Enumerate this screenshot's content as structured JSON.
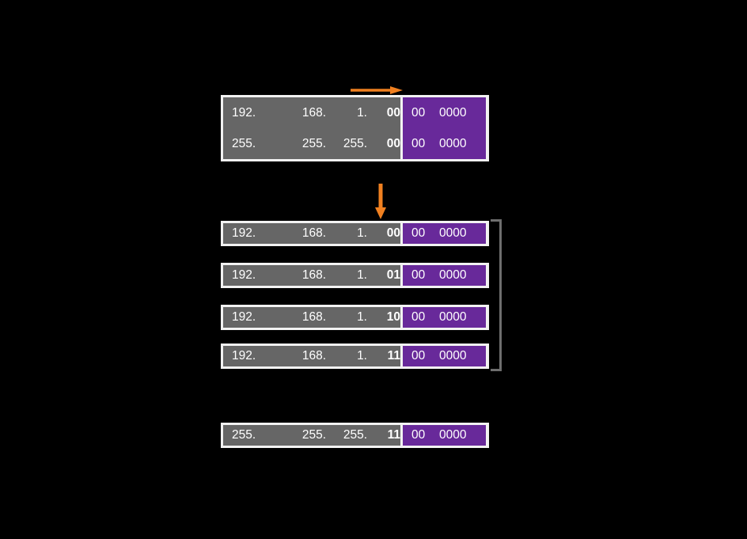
{
  "diagram": {
    "title": "IP subnetting bit-split diagram",
    "colors": {
      "background": "#000000",
      "network_segment": "#666666",
      "host_segment": "#68299a",
      "block_border": "#f2f2f2",
      "arrow": "#f08020",
      "bracket": "#6e6e6e",
      "text": "#ffffff"
    },
    "top_block": {
      "rows": [
        {
          "label": "address-row",
          "octets": [
            "192.",
            "168.",
            "1.",
            "00"
          ],
          "host_bits": [
            "00",
            "0000"
          ]
        },
        {
          "label": "mask-row",
          "octets": [
            "255.",
            "255.",
            "255.",
            "00"
          ],
          "host_bits": [
            "00",
            "0000"
          ]
        }
      ]
    },
    "subnet_rows": [
      {
        "label": "subnet-0",
        "octets": [
          "192.",
          "168.",
          "1.",
          "00"
        ],
        "host_bits": [
          "00",
          "0000"
        ]
      },
      {
        "label": "subnet-1",
        "octets": [
          "192.",
          "168.",
          "1.",
          "01"
        ],
        "host_bits": [
          "00",
          "0000"
        ]
      },
      {
        "label": "subnet-2",
        "octets": [
          "192.",
          "168.",
          "1.",
          "10"
        ],
        "host_bits": [
          "00",
          "0000"
        ]
      },
      {
        "label": "subnet-3",
        "octets": [
          "192.",
          "168.",
          "1.",
          "11"
        ],
        "host_bits": [
          "00",
          "0000"
        ]
      }
    ],
    "mask_row": {
      "label": "resulting-mask",
      "octets": [
        "255.",
        "255.",
        "255.",
        "11"
      ],
      "host_bits": [
        "00",
        "0000"
      ]
    },
    "annotations": {
      "arrow_right": "arrow-right-icon",
      "arrow_down": "arrow-down-icon",
      "bracket": "group-bracket"
    }
  }
}
